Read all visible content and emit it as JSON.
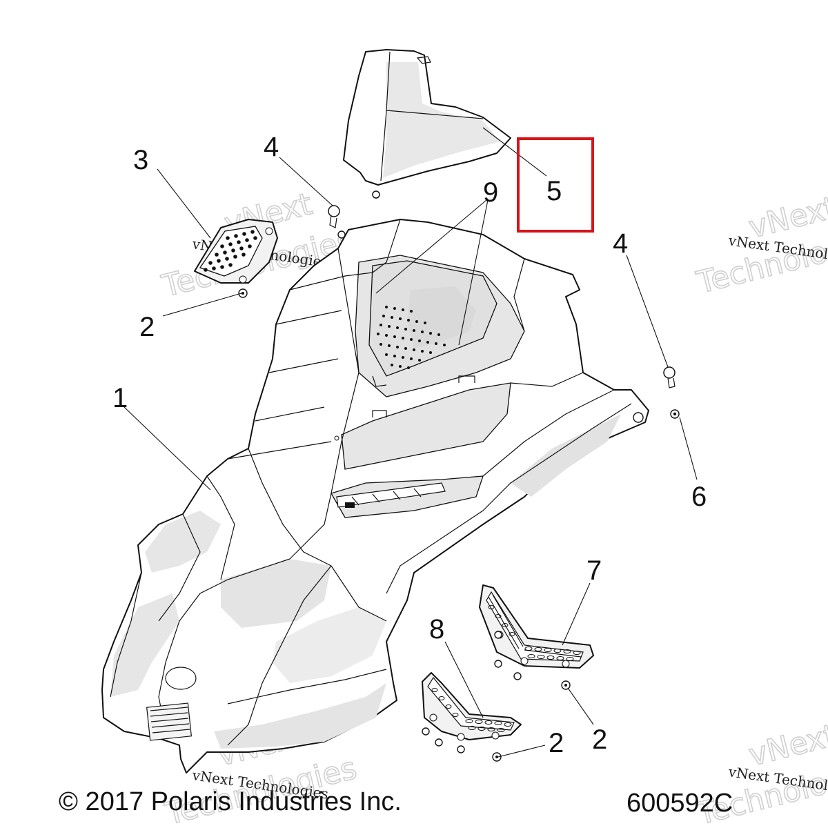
{
  "diagram": {
    "callouts": [
      {
        "id": "1",
        "label": "1"
      },
      {
        "id": "2a",
        "label": "2"
      },
      {
        "id": "2b",
        "label": "2"
      },
      {
        "id": "2c",
        "label": "2"
      },
      {
        "id": "3",
        "label": "3"
      },
      {
        "id": "4a",
        "label": "4"
      },
      {
        "id": "4b",
        "label": "4"
      },
      {
        "id": "5",
        "label": "5"
      },
      {
        "id": "6",
        "label": "6"
      },
      {
        "id": "7",
        "label": "7"
      },
      {
        "id": "8",
        "label": "8"
      },
      {
        "id": "9",
        "label": "9"
      }
    ],
    "highlight": {
      "callout": "5",
      "color": "#d8141b"
    },
    "copyright": "© 2017 Polaris Industries Inc.",
    "diagram_number": "600592C",
    "watermark": {
      "brand_top": "vNext",
      "brand_bottom": "Technologies",
      "line": "vNext Technologies"
    }
  }
}
